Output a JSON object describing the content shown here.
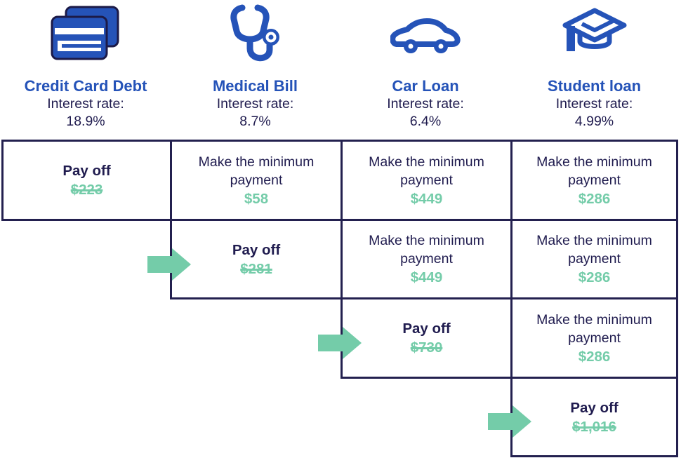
{
  "palette": {
    "blue": "#2553b8",
    "navy": "#201c4f",
    "green": "#74cca9",
    "border": "#23204f",
    "background": "#ffffff"
  },
  "arrow_icon": "arrow-right-icon",
  "columns": [
    {
      "icon": "credit-card-icon",
      "title": "Credit Card Debt",
      "rate_label": "Interest rate:",
      "rate": "18.9%"
    },
    {
      "icon": "stethoscope-icon",
      "title": "Medical Bill",
      "rate_label": "Interest rate:",
      "rate": "8.7%"
    },
    {
      "icon": "car-icon",
      "title": "Car Loan",
      "rate_label": "Interest rate:",
      "rate": "6.4%"
    },
    {
      "icon": "graduation-cap-icon",
      "title": "Student loan",
      "rate_label": "Interest rate:",
      "rate": "4.99%"
    }
  ],
  "table": {
    "rows": [
      {
        "cells": [
          {
            "type": "payoff",
            "label": "Pay off",
            "amount": "$223",
            "strikethrough": true
          },
          {
            "type": "minimum",
            "label": "Make the minimum payment",
            "amount": "$58"
          },
          {
            "type": "minimum",
            "label": "Make the minimum payment",
            "amount": "$449"
          },
          {
            "type": "minimum",
            "label": "Make the minimum payment",
            "amount": "$286"
          }
        ]
      },
      {
        "cells": [
          null,
          {
            "type": "payoff",
            "label": "Pay off",
            "amount": "$281",
            "strikethrough": true
          },
          {
            "type": "minimum",
            "label": "Make the minimum payment",
            "amount": "$449"
          },
          {
            "type": "minimum",
            "label": "Make the minimum payment",
            "amount": "$286"
          }
        ]
      },
      {
        "cells": [
          null,
          null,
          {
            "type": "payoff",
            "label": "Pay off",
            "amount": "$730",
            "strikethrough": true
          },
          {
            "type": "minimum",
            "label": "Make the minimum payment",
            "amount": "$286"
          }
        ]
      },
      {
        "cells": [
          null,
          null,
          null,
          {
            "type": "payoff",
            "label": "Pay off",
            "amount": "$1,016",
            "strikethrough": true
          }
        ]
      }
    ]
  }
}
